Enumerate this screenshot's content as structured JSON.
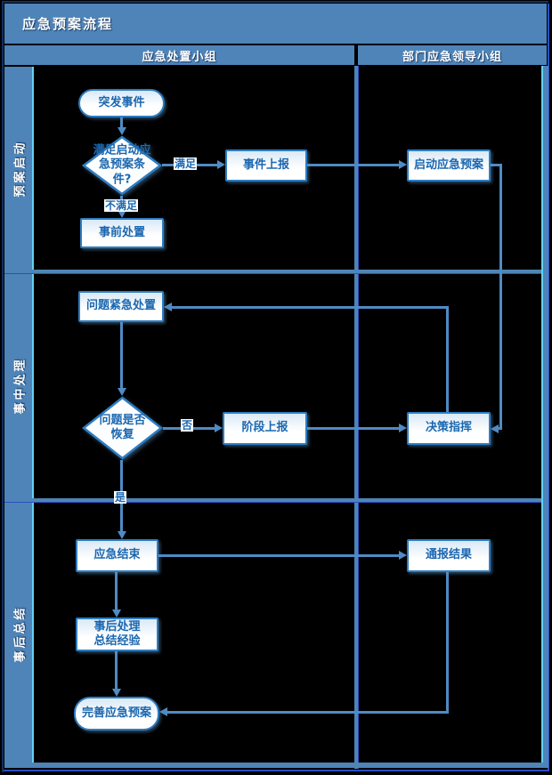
{
  "title": "应急预案流程",
  "columns": {
    "col1": "应急处置小组",
    "col2": "部门应急领导小组"
  },
  "lanes": {
    "lane1": "预案启动",
    "lane2": "事中处理",
    "lane3": "事后总结"
  },
  "nodes": {
    "emergency_event": "突发事件",
    "condition_check": "满足启动应\n急预案条\n件?",
    "event_report": "事件上报",
    "activate_plan": "启动应急预案",
    "pre_event_handling": "事前处置",
    "urgent_handling": "问题紧急处置",
    "recovered_check": "问题是否\n恢复",
    "stage_report": "阶段上报",
    "decision_command": "决策指挥",
    "emergency_end": "应急结束",
    "notify_result": "通报结果",
    "post_handling": "事后处理\n总结经验",
    "improve_plan": "完善应急预案"
  },
  "edge_labels": {
    "satisfied": "满足",
    "not_satisfied": "不满足",
    "no": "否",
    "yes": "是"
  },
  "colors": {
    "bar_blue": "#4e84b8",
    "accent_light_blue": "#63d2f2",
    "accent_royal_blue": "#2b50c0",
    "connector_blue": "#4f8bc4",
    "shape_border_blue": "#2e7dc2",
    "shape_text_blue": "#1b67b0",
    "shape_fill": "#ffffff",
    "background": "#000000",
    "header_text": "#ffffff"
  }
}
